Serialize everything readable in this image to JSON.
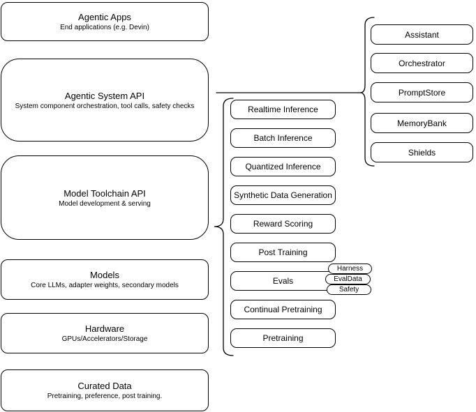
{
  "diagram": {
    "background": "#ffffff",
    "stroke_color": "#000000",
    "text_color": "#000000",
    "left_stack": [
      {
        "title": "Agentic Apps",
        "subtitle": "End applications (e.g. Devin)"
      },
      {
        "title": "Agentic System API",
        "subtitle": "System component orchestration, tool calls, safety checks"
      },
      {
        "title": "Model Toolchain API",
        "subtitle": "Model development & serving"
      },
      {
        "title": "Models",
        "subtitle": "Core LLMs, adapter weights, secondary models"
      },
      {
        "title": "Hardware",
        "subtitle": "GPUs/Accelerators/Storage"
      },
      {
        "title": "Curated Data",
        "subtitle": "Pretraining, preference, post training."
      }
    ],
    "toolchain_items": [
      {
        "label": "Realtime Inference"
      },
      {
        "label": "Batch Inference"
      },
      {
        "label": "Quantized Inference"
      },
      {
        "label": "Synthetic Data Generation"
      },
      {
        "label": "Reward Scoring"
      },
      {
        "label": "Post Training"
      },
      {
        "label": "Evals"
      },
      {
        "label": "Continual Pretraining"
      },
      {
        "label": "Pretraining"
      }
    ],
    "evals_tags": [
      {
        "label": "Harness"
      },
      {
        "label": "EvalData"
      },
      {
        "label": "Safety"
      }
    ],
    "system_components": [
      {
        "label": "Assistant"
      },
      {
        "label": "Orchestrator"
      },
      {
        "label": "PromptStore"
      },
      {
        "label": "MemoryBank"
      },
      {
        "label": "Shields"
      }
    ]
  }
}
